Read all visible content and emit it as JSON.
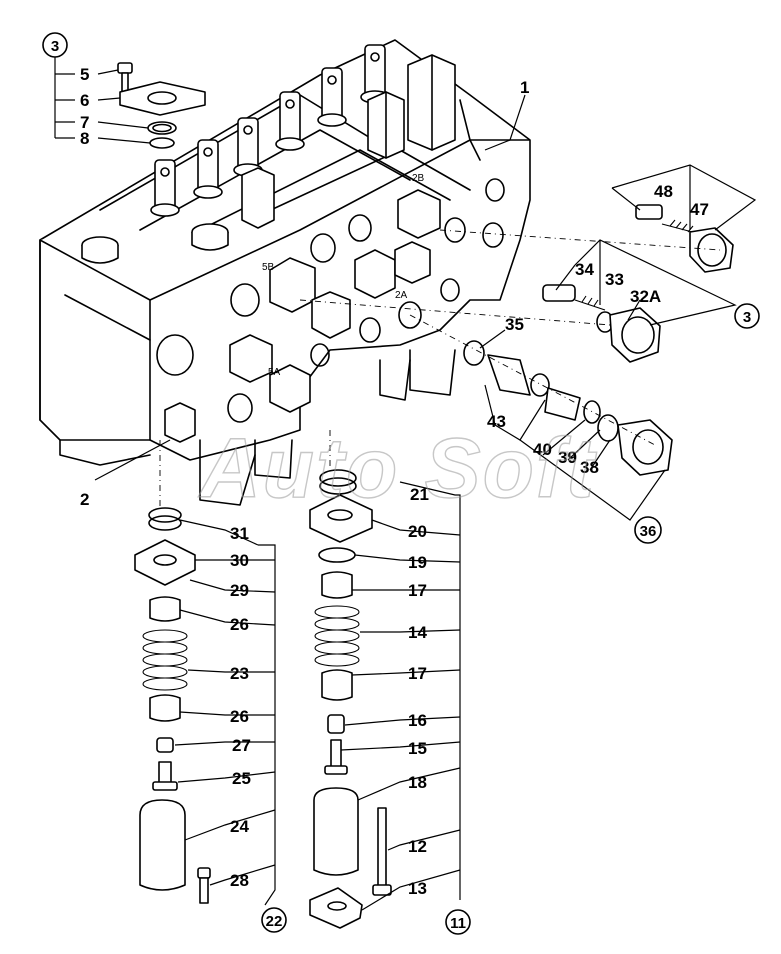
{
  "watermark": "Auto Soft",
  "port_labels": [
    "2B",
    "5B",
    "2A",
    "5A"
  ],
  "callouts": [
    "1",
    "2",
    "5",
    "6",
    "7",
    "8",
    "12",
    "13",
    "14",
    "15",
    "16",
    "17",
    "17",
    "18",
    "19",
    "20",
    "21",
    "23",
    "24",
    "25",
    "26",
    "26",
    "27",
    "28",
    "29",
    "30",
    "31",
    "32A",
    "33",
    "34",
    "35",
    "38",
    "39",
    "40",
    "43",
    "47",
    "48"
  ],
  "circled_refs": [
    "3",
    "3",
    "11",
    "22",
    "36"
  ]
}
